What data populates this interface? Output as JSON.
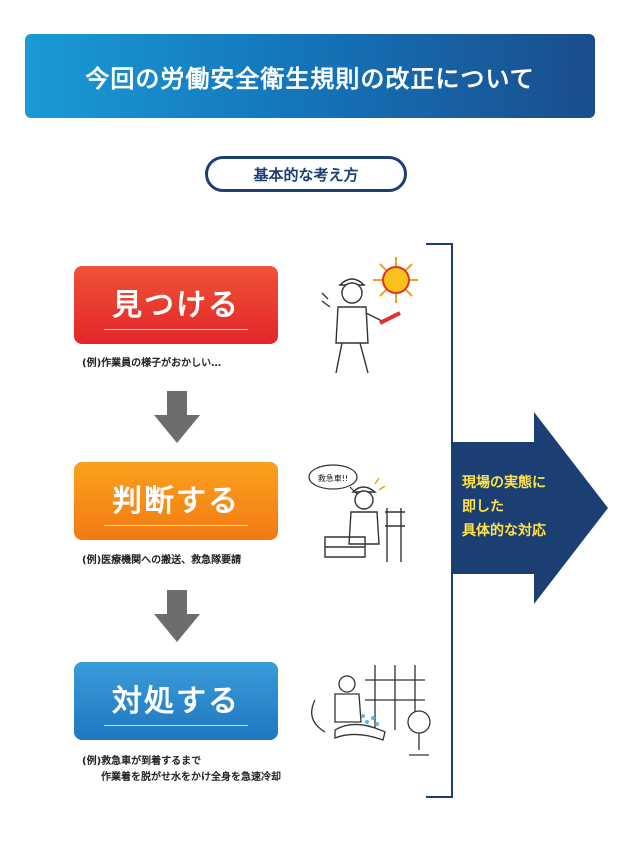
{
  "header": {
    "title": "今回の労働安全衛生規則の改正について"
  },
  "concept": {
    "label": "基本的な考え方"
  },
  "steps": [
    {
      "label": "見つける",
      "example": "(例)作業員の様子がおかしい…"
    },
    {
      "label": "判断する",
      "example": "(例)医療機関への搬送、救急隊要請"
    },
    {
      "label": "対処する",
      "example_line1": "(例)救急車が到着するまで",
      "example_line2": "作業着を脱がせ水をかけ全身を急速冷却"
    }
  ],
  "result": {
    "line1": "現場の実態に",
    "line2": "即した",
    "line3": "具体的な対応"
  },
  "speech_bubble": {
    "text": "救急車!!"
  },
  "colors": {
    "banner_start": "#1a9ad6",
    "banner_end": "#1a4d8c",
    "navy": "#1c3f73",
    "step1": "#e3262a",
    "step2": "#f27a12",
    "step3": "#1f77c0",
    "result_text": "#ffe24a",
    "down_arrow": "#6d6d6d"
  },
  "icons": [
    "sun-icon",
    "down-arrow-icon",
    "right-arrow-icon"
  ]
}
